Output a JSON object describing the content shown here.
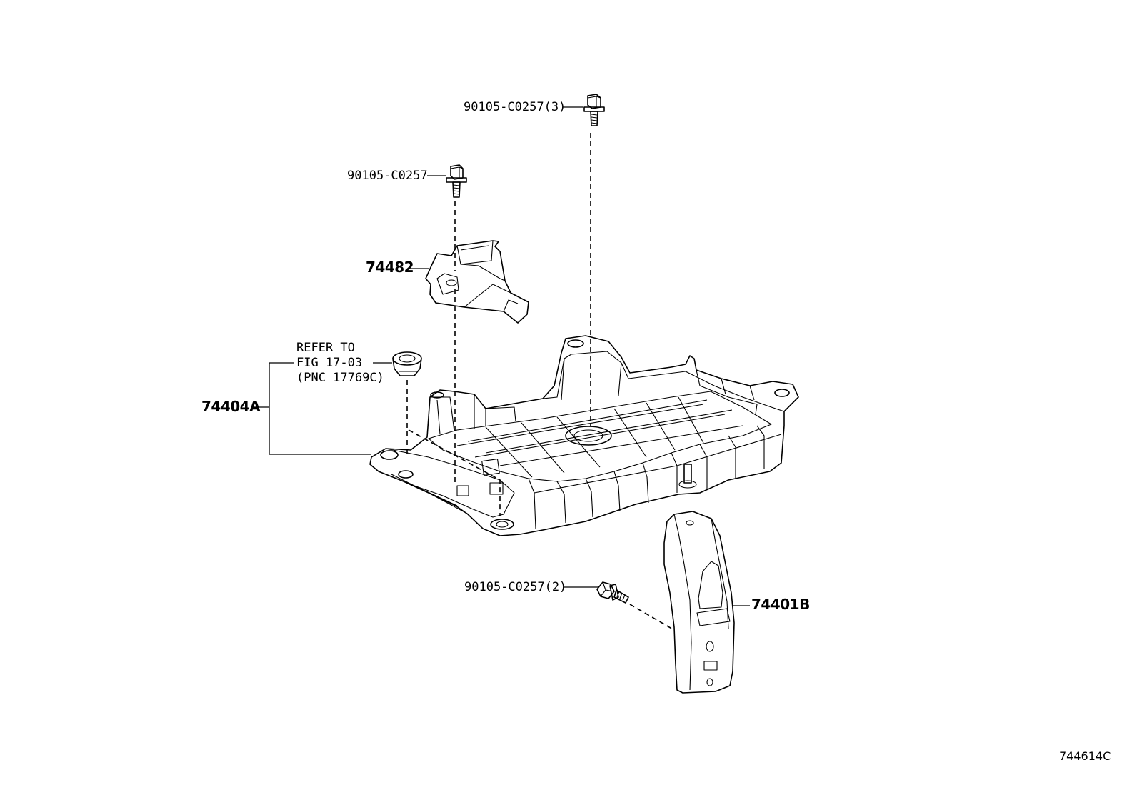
{
  "callouts": {
    "bolt_top": "90105-C0257(3)",
    "bolt_mid": "90105-C0257",
    "bracket": "74482",
    "refer_line1": "REFER TO",
    "refer_line2": "FIG 17-03",
    "refer_line3": "(PNC 17769C)",
    "tray": "74404A",
    "bolt_lower": "90105-C0257(2)",
    "support": "74401B"
  },
  "figure_id": "744614C"
}
